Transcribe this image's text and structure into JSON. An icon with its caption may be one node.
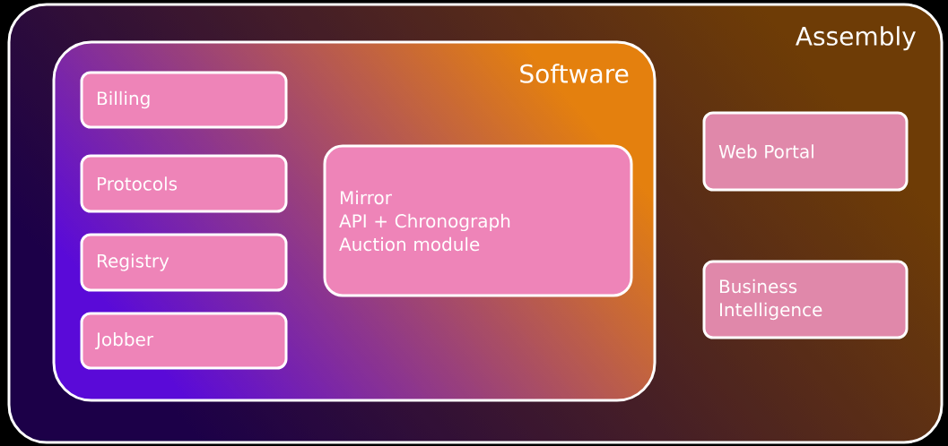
{
  "diagram": {
    "nodes": [
      {
        "text": [
          "Assembly"
        ]
      },
      {
        "text": [
          "Software"
        ],
        "in": 0
      },
      {
        "text": [
          "Billing"
        ],
        "in": 1
      },
      {
        "text": [
          "Protocols"
        ],
        "in": 1
      },
      {
        "text": [
          "Registry"
        ],
        "in": 1
      },
      {
        "text": [
          "Jobber"
        ],
        "in": 1
      },
      {
        "text": [
          "Mirror",
          "API + Chronograph",
          "Auction module"
        ],
        "in": 1
      },
      {
        "text": [
          "Web Portal"
        ],
        "in": 0
      },
      {
        "text": [
          "Business Intelligence"
        ],
        "in": 0
      }
    ]
  }
}
